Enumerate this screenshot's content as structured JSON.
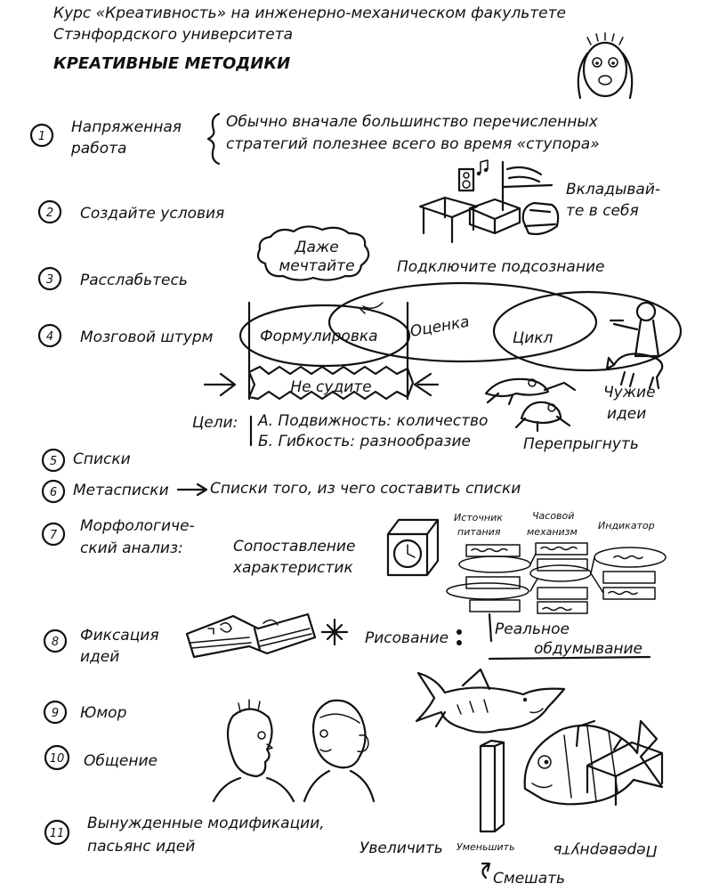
{
  "header": {
    "line1": "Курс «Креативность» на инженерно-механическом факультете",
    "line2": "Стэнфордского университета",
    "title": "КРЕАТИВНЫЕ МЕТОДИКИ"
  },
  "items": {
    "n1": "1",
    "i1a": "Напряженная",
    "i1b": "работа",
    "note1a": "Обычно вначале большинство перечисленных",
    "note1b": "стратегий полезнее всего во время «ступора»",
    "n2": "2",
    "i2": "Создайте условия",
    "invest_a": "Вкладывай-",
    "invest_b": "те в себя",
    "n3": "3",
    "i3": "Расслабьтесь",
    "dream_a": "Даже",
    "dream_b": "мечтайте",
    "subconscious": "Подключите подсознание",
    "n4": "4",
    "i4": "Мозговой штурм",
    "formulate": "Формулировка",
    "evaluate": "Оценка",
    "cycle": "Цикл",
    "nojudge": "Не судите",
    "goals_label": "Цели:",
    "goal_a": "А. Подвижность: количество",
    "goal_b": "Б. Гибкость: разнообразие",
    "others_a": "Чужие",
    "others_b": "идеи",
    "leap": "Перепрыгнуть",
    "n5": "5",
    "i5": "Списки",
    "n6": "6",
    "i6": "Метасписки",
    "i6note": "Списки того, из чего составить списки",
    "n7": "7",
    "i7a": "Морфологиче-",
    "i7b": "ский анализ:",
    "compare_a": "Сопоставление",
    "compare_b": "характеристик",
    "power_a": "Источник",
    "power_b": "питания",
    "clock_a": "Часовой",
    "clock_b": "механизм",
    "indicator": "Индикатор",
    "n8": "8",
    "i8a": "Фиксация",
    "i8b": "идей",
    "drawing": "Рисование",
    "real_a": "Реальное",
    "real_b": "обдумывание",
    "n9": "9",
    "i9": "Юмор",
    "n10": "10",
    "i10": "Общение",
    "n11": "11",
    "i11a": "Вынужденные модификации,",
    "i11b": "пасьянс идей",
    "enlarge": "Увеличить",
    "reduce": "Уменьшить",
    "flip": "Перевернуть",
    "mix": "Смешать"
  }
}
